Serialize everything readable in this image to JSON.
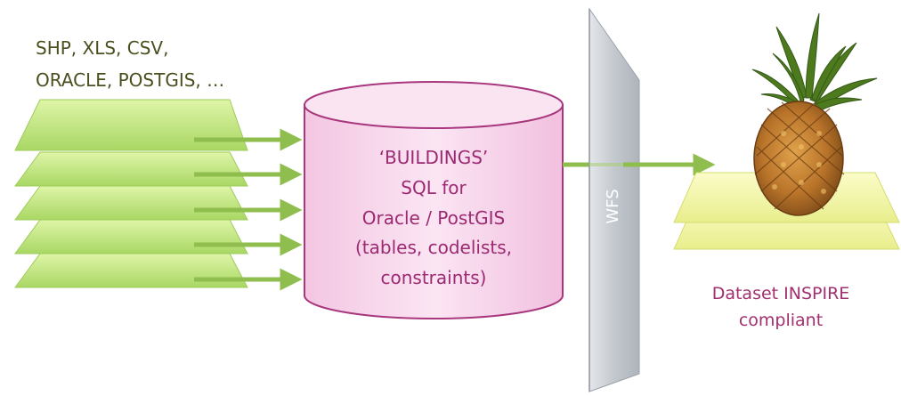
{
  "sources": {
    "line1": "SHP, XLS, CSV,",
    "line2": "ORACLE, POSTGIS, …"
  },
  "database": {
    "lines": [
      "‘BUILDINGS’",
      "SQL for",
      "Oracle / PostGIS",
      "(tables, codelists,",
      "constraints)"
    ]
  },
  "service": {
    "label": "WFS"
  },
  "output": {
    "line1": "Dataset INSPIRE",
    "line2": "compliant",
    "image": "pineapple"
  },
  "colors": {
    "layer_green": "#b8e07a",
    "arrow_green": "#8fbe4e",
    "cylinder_fill": "#f7d6ec",
    "cylinder_stroke": "#a8377e",
    "db_text": "#9b2a73",
    "output_text": "#a2306f",
    "wfs_panel": "#c8cdd3",
    "yellow_layer": "#f2f5a6",
    "source_text": "#4b4f1f"
  }
}
